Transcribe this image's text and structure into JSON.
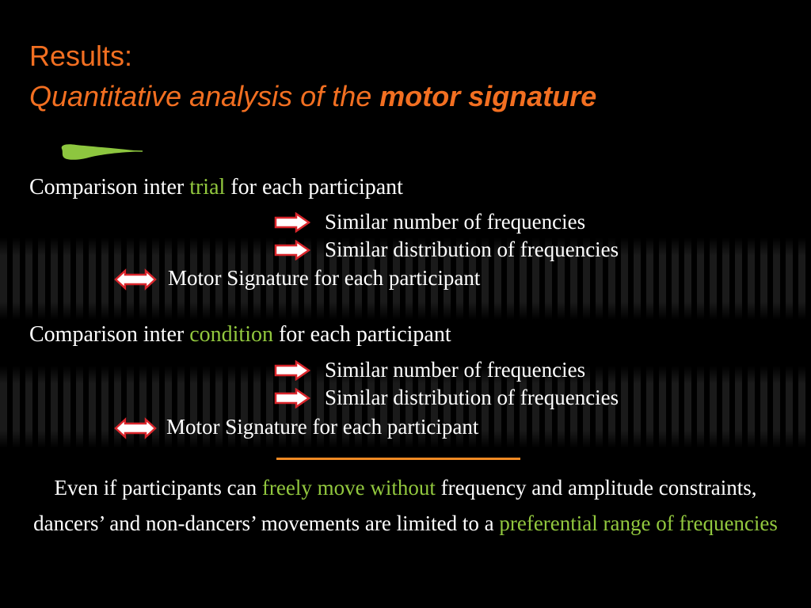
{
  "slide": {
    "title_line1": "Results:",
    "title_line2_prefix": "Quantitative analysis of the ",
    "title_line2_bold": "motor signature"
  },
  "section1": {
    "heading_prefix": "Comparison inter ",
    "heading_highlight": "trial",
    "heading_suffix": " for each participant",
    "item1": "Similar number of frequencies",
    "item2": "Similar distribution of frequencies",
    "result": "Motor Signature for each participant"
  },
  "section2": {
    "heading_prefix": "Comparison inter ",
    "heading_highlight": "condition",
    "heading_suffix": " for each participant",
    "item1": "Similar number of frequencies",
    "item2": "Similar distribution of frequencies",
    "result": "Motor Signature for each participant"
  },
  "conclusion": {
    "part1": "Even if participants can ",
    "highlight1": "freely move without",
    "part2": " frequency and amplitude constraints, dancers’ and non-dancers’ movements are limited to a ",
    "highlight2": "preferential range of frequencies"
  },
  "colors": {
    "title": "#f26f21",
    "highlight": "#92c83e",
    "arrow_outline": "#d9262c",
    "rule": "#f08a24",
    "background": "#000000"
  },
  "icons": {
    "brush_stroke": "green-brush-stroke-icon",
    "right_arrow": "right-arrow-icon",
    "double_arrow": "double-arrow-icon"
  }
}
